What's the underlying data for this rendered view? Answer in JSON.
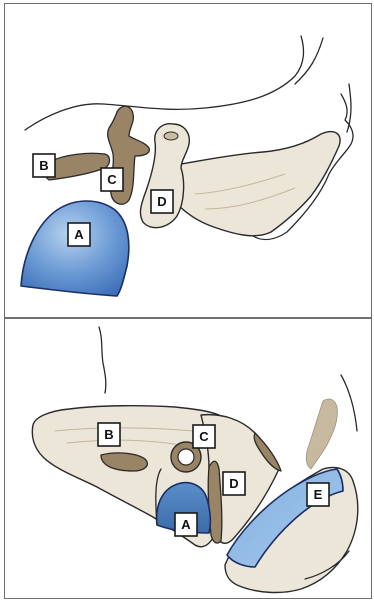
{
  "top_panel": {
    "labels": {
      "a": "A",
      "b": "B",
      "c": "C",
      "d": "D"
    }
  },
  "bottom_panel": {
    "labels": {
      "a": "A",
      "b": "B",
      "c": "C",
      "d": "D",
      "e": "E"
    }
  },
  "colors": {
    "blue_fill": "#4a7fc4",
    "blue_light": "#a9c8ea",
    "bone": "#ece6d8",
    "bone_dark": "#9a8466",
    "outline": "#2a2a2a"
  }
}
